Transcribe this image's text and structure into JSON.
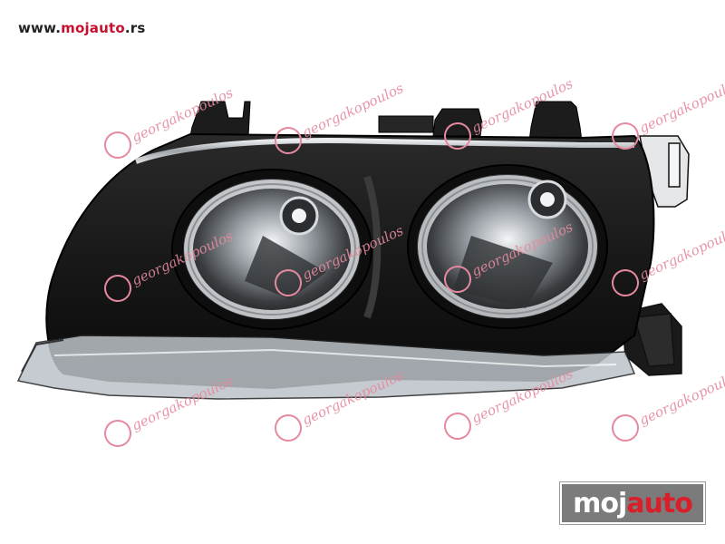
{
  "site": {
    "url_prefix": "www.",
    "url_brand": "mojauto",
    "url_suffix": ".rs"
  },
  "watermark": {
    "text": "georgakopoulos"
  },
  "logo": {
    "part1": "moj",
    "part2": "auto"
  },
  "colors": {
    "housing": "#1a1a1a",
    "chrome": "#bfc3c8",
    "watermark": "#e58a9e",
    "brand_red": "#d91f2a"
  }
}
